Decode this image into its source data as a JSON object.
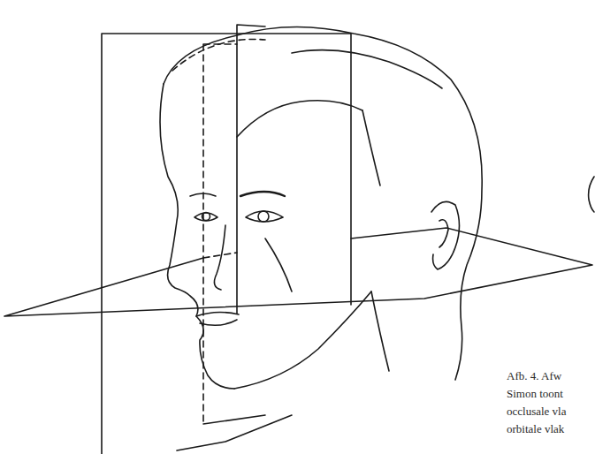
{
  "diagram": {
    "labels": [
      "Afb. 4. Afw",
      "Simon toont",
      "occlusale vla",
      "orbitale vlak"
    ]
  }
}
